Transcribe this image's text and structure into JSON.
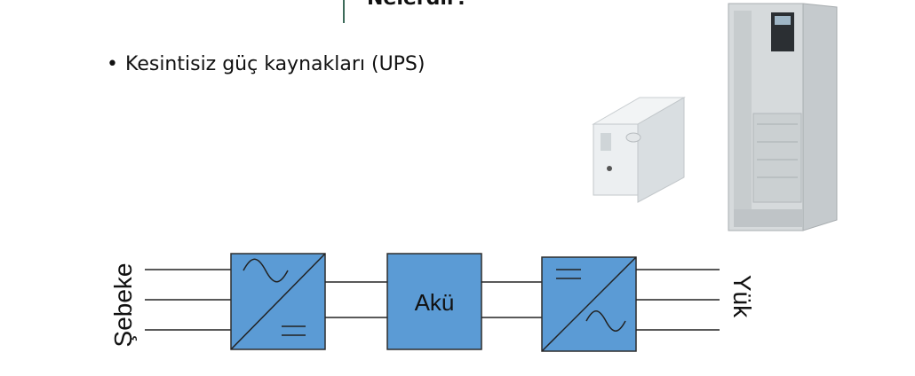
{
  "slide": {
    "title_fragment": "Nelerdir?",
    "bullet": "Kesintisiz güç kaynakları (UPS)"
  },
  "diagram": {
    "input_label": "Şebeke",
    "battery_label": "Akü",
    "output_label": "Yük",
    "block_color": "#5b9bd5",
    "block_stroke": "#2d2d2d",
    "line_color": "#222222"
  },
  "images": [
    {
      "name": "small-ups-unit",
      "kind": "tower UPS"
    },
    {
      "name": "large-ups-cabinet",
      "kind": "cabinet UPS"
    }
  ]
}
